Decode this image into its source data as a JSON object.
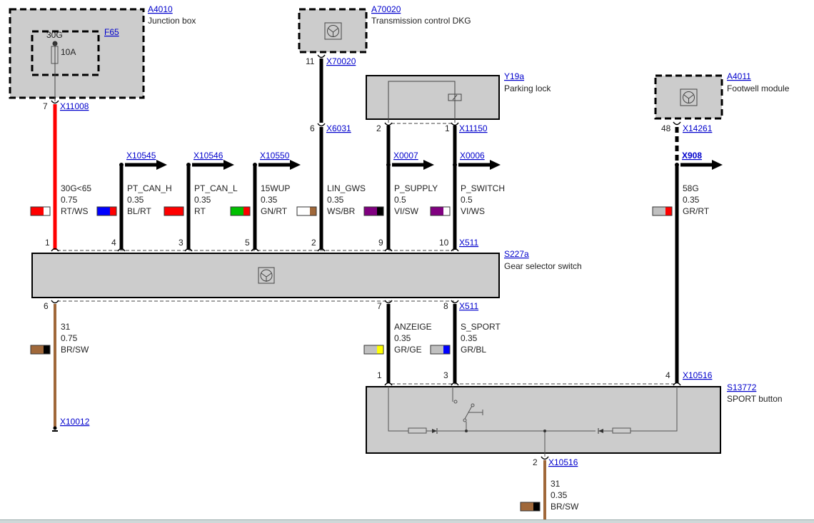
{
  "components": {
    "junction_box": {
      "id": "A4010",
      "name": "Junction box"
    },
    "fuse": {
      "id": "F65",
      "terminal": "30G",
      "rating": "10A"
    },
    "transmission": {
      "id": "A70020",
      "name": "Transmission control DKG"
    },
    "parking_lock": {
      "id": "Y19a",
      "name": "Parking lock"
    },
    "footwell": {
      "id": "A4011",
      "name": "Footwell module"
    },
    "gear_selector": {
      "id": "S227a",
      "name": "Gear selector switch"
    },
    "sport_button": {
      "id": "S13772",
      "name": "SPORT button"
    }
  },
  "connectors": {
    "x11008": {
      "id": "X11008",
      "pin": "7"
    },
    "x70020": {
      "id": "X70020",
      "pin": "11"
    },
    "x6031": {
      "id": "X6031",
      "pin": "6"
    },
    "x11150": {
      "id": "X11150",
      "pin_a": "2",
      "pin_b": "1"
    },
    "x14261": {
      "id": "X14261",
      "pin": "48"
    },
    "x10545": {
      "id": "X10545"
    },
    "x10546": {
      "id": "X10546"
    },
    "x10550": {
      "id": "X10550"
    },
    "x0007": {
      "id": "X0007"
    },
    "x0006": {
      "id": "X0006"
    },
    "x908": {
      "id": "X908"
    },
    "x511_top": {
      "id": "X511",
      "pins": [
        "1",
        "4",
        "3",
        "5",
        "2",
        "9",
        "10"
      ]
    },
    "x511_bottom": {
      "id": "X511",
      "pins": [
        "6",
        "7",
        "8"
      ]
    },
    "x10516_top": {
      "id": "X10516",
      "pins": [
        "1",
        "3",
        "4"
      ]
    },
    "x10516_bottom": {
      "id": "X10516",
      "pin": "2"
    },
    "x10012": {
      "id": "X10012"
    }
  },
  "wires": [
    {
      "signal": "30G<65",
      "gauge": "0.75",
      "color": "RT/WS",
      "c1": "#ff0000",
      "c2": "#ffffff"
    },
    {
      "signal": "PT_CAN_H",
      "gauge": "0.35",
      "color": "BL/RT",
      "c1": "#0000ff",
      "c2": "#ff0000"
    },
    {
      "signal": "PT_CAN_L",
      "gauge": "0.35",
      "color": "RT",
      "c1": "#ff0000",
      "c2": "#ff0000"
    },
    {
      "signal": "15WUP",
      "gauge": "0.35",
      "color": "GN/RT",
      "c1": "#00c000",
      "c2": "#ff0000"
    },
    {
      "signal": "LIN_GWS",
      "gauge": "0.35",
      "color": "WS/BR",
      "c1": "#ffffff",
      "c2": "#a0683a"
    },
    {
      "signal": "P_SUPPLY",
      "gauge": "0.5",
      "color": "VI/SW",
      "c1": "#800080",
      "c2": "#000000"
    },
    {
      "signal": "P_SWITCH",
      "gauge": "0.5",
      "color": "VI/WS",
      "c1": "#800080",
      "c2": "#ffffff"
    },
    {
      "signal": "58G",
      "gauge": "0.35",
      "color": "GR/RT",
      "c1": "#c0c0c0",
      "c2": "#ff0000"
    },
    {
      "signal": "31",
      "gauge": "0.75",
      "color": "BR/SW",
      "c1": "#a0683a",
      "c2": "#000000"
    },
    {
      "signal": "ANZEIGE",
      "gauge": "0.35",
      "color": "GR/GE",
      "c1": "#c0c0c0",
      "c2": "#ffff00"
    },
    {
      "signal": "S_SPORT",
      "gauge": "0.35",
      "color": "GR/BL",
      "c1": "#c0c0c0",
      "c2": "#0000ff"
    },
    {
      "signal": "31",
      "gauge": "0.35",
      "color": "BR/SW",
      "c1": "#a0683a",
      "c2": "#000000"
    }
  ],
  "colors": {
    "box_fill": "#cccccc",
    "link": "#0000cc",
    "wire_black": "#000000",
    "wire_red": "#ff0000",
    "wire_brown": "#a0683a"
  }
}
